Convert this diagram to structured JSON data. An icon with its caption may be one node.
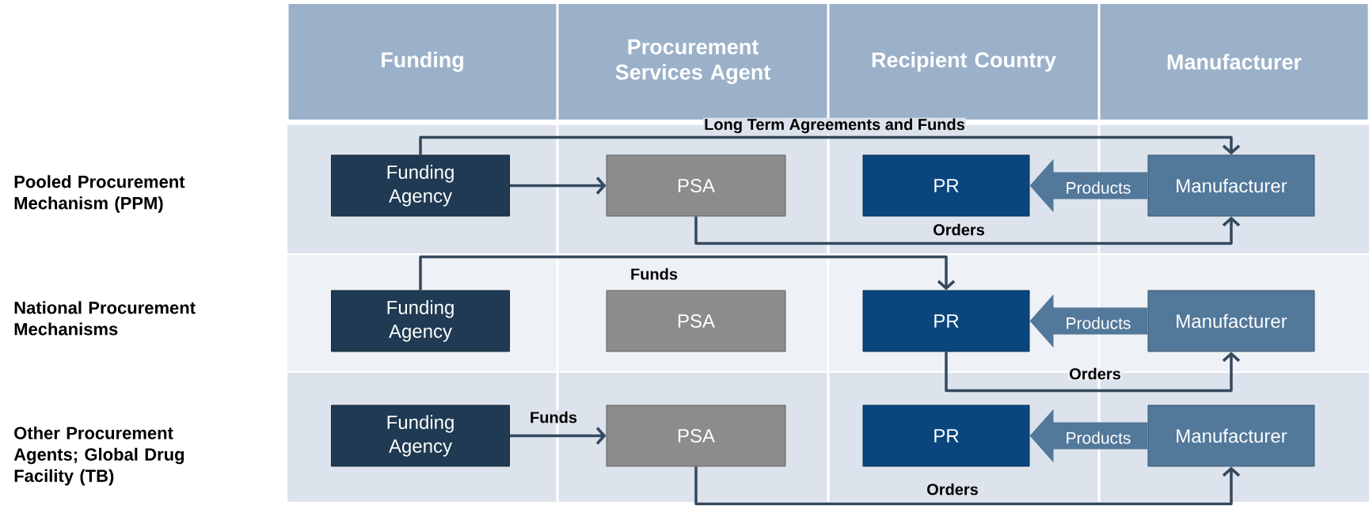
{
  "diagram": {
    "nodes": [
      {
        "text": [
          "Funding"
        ]
      },
      {
        "text": [
          "Procurement Services Agent"
        ]
      },
      {
        "text": [
          "Recipient Country"
        ]
      },
      {
        "text": [
          "Manufacturer"
        ]
      },
      {
        "text": [],
        "shape": "band"
      },
      {
        "text": [
          "Funding Agency"
        ],
        "in": 4
      },
      {
        "text": [
          "PSA"
        ],
        "in": 4
      },
      {
        "text": [
          "PR"
        ],
        "in": 4
      },
      {
        "text": [
          "Manufacturer"
        ],
        "in": 4
      },
      {
        "text": [],
        "shape": "band"
      },
      {
        "text": [
          "Funding Agency"
        ],
        "in": 9
      },
      {
        "text": [
          "PSA"
        ],
        "in": 9
      },
      {
        "text": [
          "PR"
        ],
        "in": 9
      },
      {
        "text": [
          "Manufacturer"
        ],
        "in": 9
      },
      {
        "text": [],
        "shape": "band"
      },
      {
        "text": [
          "Funding Agency"
        ],
        "in": 14
      },
      {
        "text": [
          "PSA"
        ],
        "in": 14
      },
      {
        "text": [
          "PR"
        ],
        "in": 14
      },
      {
        "text": [
          "Manufacturer"
        ],
        "in": 14
      }
    ],
    "edges": [
      {
        "from": 5,
        "to": 8,
        "arrow": "to",
        "label": "Long Term Agreements and Funds"
      },
      {
        "from": 5,
        "to": 6,
        "arrow": "to"
      },
      {
        "from": 8,
        "to": 7,
        "arrow": "to",
        "label": "Products",
        "style": "thick",
        "color": "#52789a"
      },
      {
        "from": 6,
        "to": 8,
        "arrow": "to",
        "label": "Orders"
      },
      {
        "from": 10,
        "to": 12,
        "arrow": "to",
        "label": "Funds"
      },
      {
        "from": 13,
        "to": 12,
        "arrow": "to",
        "label": "Products",
        "style": "thick",
        "color": "#52789a"
      },
      {
        "from": 12,
        "to": 13,
        "arrow": "to",
        "label": "Orders"
      },
      {
        "from": 15,
        "to": 16,
        "arrow": "to",
        "label": "Funds"
      },
      {
        "from": 18,
        "to": 17,
        "arrow": "to",
        "label": "Products",
        "style": "thick",
        "color": "#52789a"
      },
      {
        "from": 16,
        "to": 18,
        "arrow": "to",
        "label": "Orders"
      }
    ],
    "labels": [
      "Pooled Procurement Mechanism (PPM)",
      "National Procurement Mechanisms",
      "Other Procurement Agents; Global Drug Facility (TB)"
    ]
  }
}
